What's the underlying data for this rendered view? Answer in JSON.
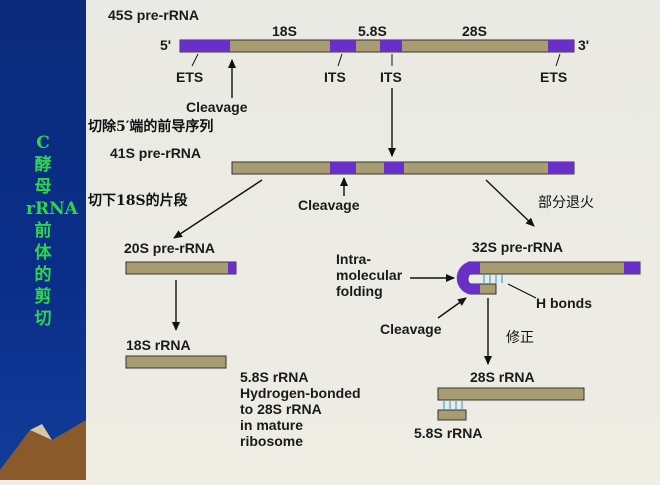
{
  "sidebar": {
    "title_lines": [
      "C",
      "酵",
      "母",
      "rRNA",
      "前",
      "体",
      "的",
      "剪",
      "切"
    ],
    "text_color": "#2fd64a",
    "bg_color": "#0b2a7a"
  },
  "diagram": {
    "precursor_45s": "45S pre-rRNA",
    "seg_18s": "18S",
    "seg_58s": "5.8S",
    "seg_28s": "28S",
    "end5": "5'",
    "end3": "3'",
    "ets_left": "ETS",
    "its_1": "ITS",
    "its_2": "ITS",
    "ets_right": "ETS",
    "cleavage_1": "Cleavage",
    "note_remove5": "切除5′端的前导序列",
    "precursor_41s": "41S pre-rRNA",
    "note_cut18s": "切下18S的片段",
    "cleavage_2": "Cleavage",
    "note_anneal": "部分退火",
    "precursor_20s": "20S pre-rRNA",
    "precursor_32s": "32S pre-rRNA",
    "intra_1": "Intra-",
    "intra_2": "molecular",
    "intra_3": "folding",
    "hbonds": "H bonds",
    "cleavage_3": "Cleavage",
    "note_modify": "修正",
    "rrna_18s": "18S rRNA",
    "desc_1": "5.8S rRNA",
    "desc_2": "Hydrogen-bonded",
    "desc_3": "to 28S rRNA",
    "desc_4": "in mature",
    "desc_5": "ribosome",
    "rrna_28s": "28S rRNA",
    "rrna_58s": "5.8S rRNA",
    "colors": {
      "rrna": "#a89c72",
      "spacer": "#6a2fc8",
      "bond": "#7fc4e0"
    }
  }
}
